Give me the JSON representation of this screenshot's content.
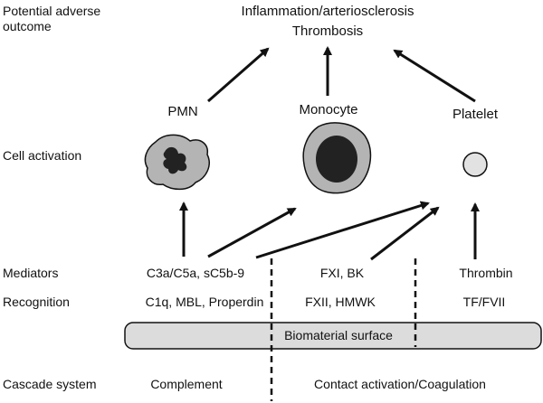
{
  "row_labels": {
    "outcome_line1": "Potential adverse",
    "outcome_line2": "outcome",
    "cell_activation": "Cell activation",
    "mediators": "Mediators",
    "recognition": "Recognition",
    "cascade": "Cascade system"
  },
  "outcomes": {
    "line1": "Inflammation/arteriosclerosis",
    "line2": "Thrombosis"
  },
  "cells": {
    "pmn": "PMN",
    "monocyte": "Monocyte",
    "platelet": "Platelet"
  },
  "mediators": {
    "complement": "C3a/C5a, sC5b-9",
    "contact": "FXI, BK",
    "coagulation": "Thrombin"
  },
  "recognition": {
    "complement": "C1q, MBL, Properdin",
    "contact": "FXII, HMWK",
    "coagulation": "TF/FVII"
  },
  "surface": "Biomaterial surface",
  "cascades": {
    "complement": "Complement",
    "contact": "Contact activation/Coagulation"
  },
  "colors": {
    "cell_fill": "#b4b4b4",
    "nucleus": "#222222",
    "platelet_fill": "#e2e2e2",
    "surface_fill": "#dcdcdc"
  }
}
